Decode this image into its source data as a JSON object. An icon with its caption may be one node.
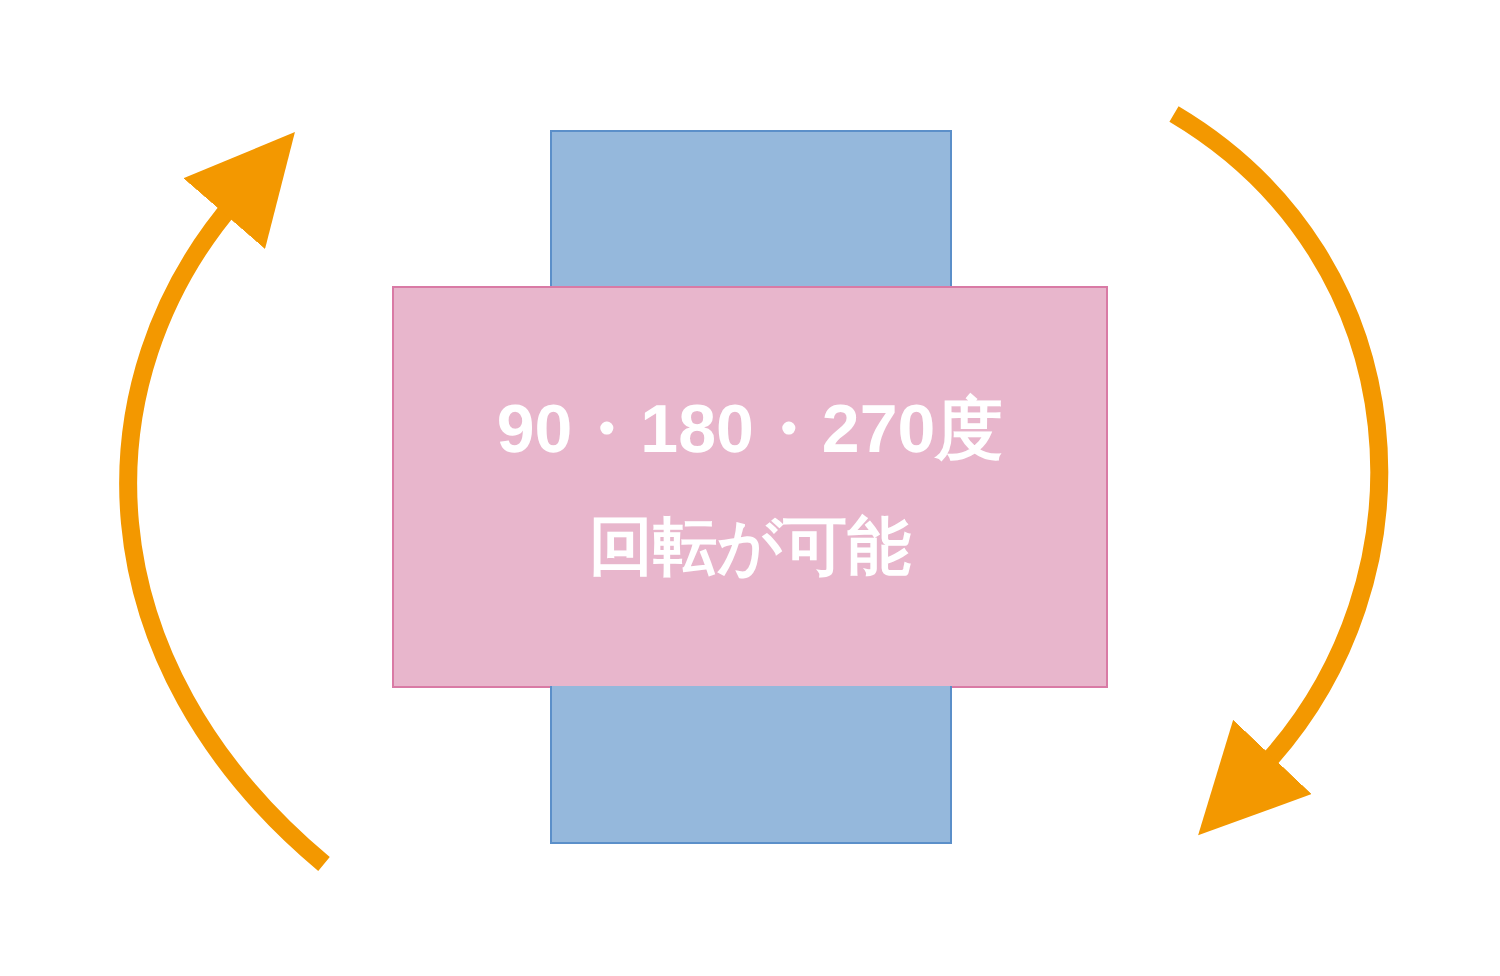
{
  "diagram": {
    "nodes": [
      {
        "text": [],
        "shape": "box"
      },
      {
        "text": [
          "90・180・270度",
          "回転が可能"
        ]
      },
      {
        "text": [],
        "shape": "box"
      }
    ]
  }
}
